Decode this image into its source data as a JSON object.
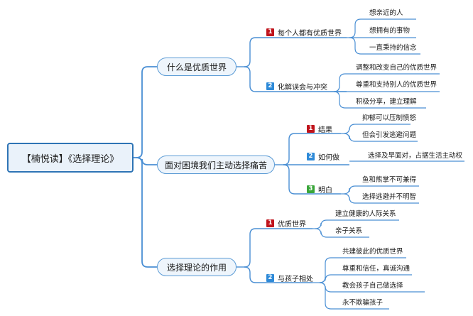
{
  "root": {
    "label": "【楠悦读】《选择理论》"
  },
  "branches": [
    {
      "label": "什么是优质世界",
      "subs": [
        {
          "badge": "1",
          "badge_color": "#c0141c",
          "label": "每个人都有优质世界",
          "leaves": [
            "想亲近的人",
            "想拥有的事物",
            "一直秉持的信念"
          ]
        },
        {
          "badge": "2",
          "badge_color": "#2e8ad8",
          "label": "化解误会与冲突",
          "leaves": [
            "调整和改变自己的优质世界",
            "尊重和支持别人的优质世界",
            "积极分享，建立理解"
          ]
        }
      ]
    },
    {
      "label": "面对困境我们主动选择痛苦",
      "subs": [
        {
          "badge": "1",
          "badge_color": "#c0141c",
          "label": "结果",
          "leaves": [
            "抑郁可以压制愤怒",
            "但会引发逃避问题"
          ]
        },
        {
          "badge": "2",
          "badge_color": "#2e8ad8",
          "label": "如何做",
          "leaves": [
            "选择及早面对，占据生活主动权"
          ]
        },
        {
          "badge": "3",
          "badge_color": "#3aa63a",
          "label": "明白",
          "leaves": [
            "鱼和熊掌不可兼得",
            "选择逃避并不明智"
          ]
        }
      ]
    },
    {
      "label": "选择理论的作用",
      "subs": [
        {
          "badge": "1",
          "badge_color": "#c0141c",
          "label": "优质世界",
          "leaves": [
            "建立健康的人际关系",
            "亲子关系"
          ]
        },
        {
          "badge": "2",
          "badge_color": "#2e8ad8",
          "label": "与孩子相处",
          "leaves": [
            "共建彼此的优质世界",
            "尊重和信任，真诚沟通",
            "教会孩子自己做选择",
            "永不欺骗孩子"
          ]
        }
      ]
    }
  ],
  "colors": {
    "line": "#4a8fd4",
    "branch_border": "#5b9bd5",
    "root_border": "#2e74b5"
  }
}
